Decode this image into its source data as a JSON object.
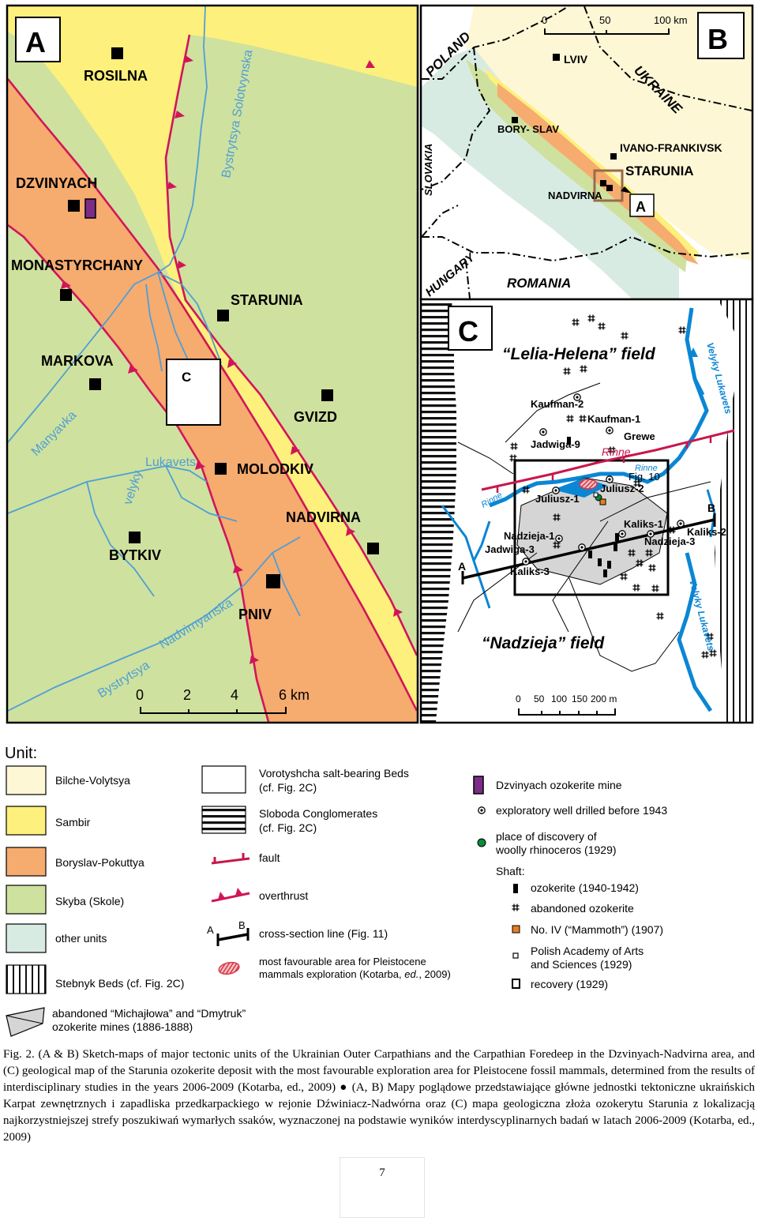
{
  "panel_a": {
    "letter": "A",
    "places": {
      "rosilna": "ROSILNA",
      "dzvinyach": "DZVINYACH",
      "monastyrchany": "MONASTYRCHANY",
      "markova": "MARKOVA",
      "starunia": "STARUNIA",
      "gvizd": "GVIZD",
      "molodkiv": "MOLODKIV",
      "nadvirna": "NADVIRNA",
      "bytkiv": "BYTKIV",
      "pniv": "PNIV"
    },
    "inset_box_label": "C",
    "rivers": {
      "bystrytsya_solotvynska": "Bystrytsya Solotvynska",
      "manyavka": "Manyavka",
      "velyky": "velyky",
      "lukavets": "Lukavets",
      "bystrytsya": "Bystrytsya",
      "nadvirnyanska": "Nadvirnyanska"
    },
    "scale": {
      "ticks": [
        "0",
        "2",
        "4",
        "6 km"
      ]
    }
  },
  "panel_b": {
    "letter": "B",
    "scale": {
      "ticks": [
        "0",
        "50",
        "100 km"
      ]
    },
    "countries": {
      "poland": "POLAND",
      "ukraine": "UKRAINE",
      "slovakia": "SLOVAKIA",
      "hungary": "HUNGARY",
      "romania": "ROMANIA"
    },
    "cities": {
      "lviv": "LVIV",
      "boryslav": "BORY- SLAV",
      "ivano_frankivsk": "IVANO-FRANKIVSK",
      "starunia": "STARUNIA",
      "nadvirna": "NADVIRNA"
    },
    "inset_label": "A"
  },
  "panel_c": {
    "letter": "C",
    "field_north": "“Lelia-Helena” field",
    "field_south": "“Nadzieja” field",
    "wells": {
      "kaufman2": "Kaufman-2",
      "kaufman1": "Kaufman-1",
      "grewe": "Grewe",
      "jadwiga9": "Jadwiga-9",
      "juliusz2": "Juliusz-2",
      "juliusz1": "Juliusz-1",
      "kaliks1": "Kaliks-1",
      "kaliks2": "Kaliks-2",
      "nadzieja3": "Nadzieja-3",
      "nadzieja1": "Nadzieja-1",
      "jadwiga3": "Jadwiga-3",
      "kaliks3": "Kaliks-3"
    },
    "rinne_1": "Rinne",
    "rinne_2": "Rinne",
    "rinne_3": "Rinne",
    "fig10": "Fig. 10",
    "section_a": "A",
    "section_b": "B",
    "river_1": "Velyky Lukavets",
    "river_2": "Velyky Lukavets",
    "scale": {
      "ticks": [
        "0",
        "50",
        "100",
        "150",
        "200 m"
      ]
    }
  },
  "legend": {
    "title": "Unit:",
    "units": [
      {
        "label": "Bilche-Volytsya",
        "color": "#fdf7d6"
      },
      {
        "label": "Sambir",
        "color": "#fef07c"
      },
      {
        "label": "Boryslav-Pokuttya",
        "color": "#f6ab6f"
      },
      {
        "label": "Skyba (Skole)",
        "color": "#cfe19e"
      },
      {
        "label": "other units",
        "color": "#d8ebe3"
      },
      {
        "label": "Stebnyk Beds (cf. Fig. 2C)",
        "color": "#ffffff"
      }
    ],
    "vorotyshcha_1": "Vorotyshcha salt-bearing Beds",
    "vorotyshcha_2": "(cf. Fig. 2C)",
    "sloboda_1": "Sloboda Conglomerates",
    "sloboda_2": "(cf. Fig. 2C)",
    "fault": "fault",
    "overthrust": "overthrust",
    "cross_section": "cross-section line (Fig. 11)",
    "cross_a": "A",
    "cross_b": "B",
    "favourable_1": "most favourable area for Pleistocene",
    "favourable_2_pre": "mammals exploration (Kotarba, ",
    "favourable_2_ed": "ed.",
    "favourable_2_post": ", 2009)",
    "dzvinyach_mine": "Dzvinyach ozokerite mine",
    "exploratory_well": "exploratory well drilled before 1943",
    "rhino_1": "place of discovery of",
    "rhino_2": "woolly rhinoceros (1929)",
    "shaft_title": "Shaft:",
    "shaft_ozokerite": "ozokerite (1940-1942)",
    "shaft_abandoned": "abandoned ozokerite",
    "shaft_mammoth": "No. IV (“Mammoth”) (1907)",
    "polish_1": "Polish Academy of Arts",
    "polish_2": "and Sciences (1929)",
    "recovery": "recovery (1929)",
    "abandoned_mines_1": "abandoned “Michajłowa” and “Dmytruk”",
    "abandoned_mines_2": "ozokerite mines (1886-1888)"
  },
  "caption": {
    "label": "Fig. 2.",
    "english": "(A & B) Sketch-maps of major tectonic units of the Ukrainian Outer Carpathians and the Carpathian Foredeep in the Dzvinyach-Nadvirna area, and (C) geological map of the Starunia ozokerite deposit with the most favourable exploration area for Pleistocene fossil mammals, determined from the results of interdisciplinary studies in the years 2006-2009 (Kotarba, ed., 2009)",
    "bullet": "●",
    "polish": "(A, B) Mapy poglądowe przedstawiające główne jednostki tektoniczne ukraińskich Karpat zewnętrznych i zapadliska przedkarpackiego w rejonie Dźwiniacz-Nadwórna oraz (C) mapa geologiczna złoża ozokerytu Starunia z lokalizacją najkorzystniejszej strefy poszukiwań wymarłych ssaków, wyznaczonej na podstawie wyników interdyscyplinarnych badań w latach 2006-2009 (Kotarba, ed., 2009)"
  },
  "page_number": "7",
  "colors": {
    "bilche": "#fdf7d6",
    "sambir": "#fef07c",
    "boryslav": "#f6ab6f",
    "skyba": "#cfe19e",
    "other": "#d8ebe3",
    "fault": "#c8174b",
    "overthrust": "#d1155a",
    "river": "#4e9fd6",
    "water": "#0b86d3",
    "mine": "#7b2d86",
    "box": "#9a6a4b",
    "gray": "#d5d5d5"
  }
}
